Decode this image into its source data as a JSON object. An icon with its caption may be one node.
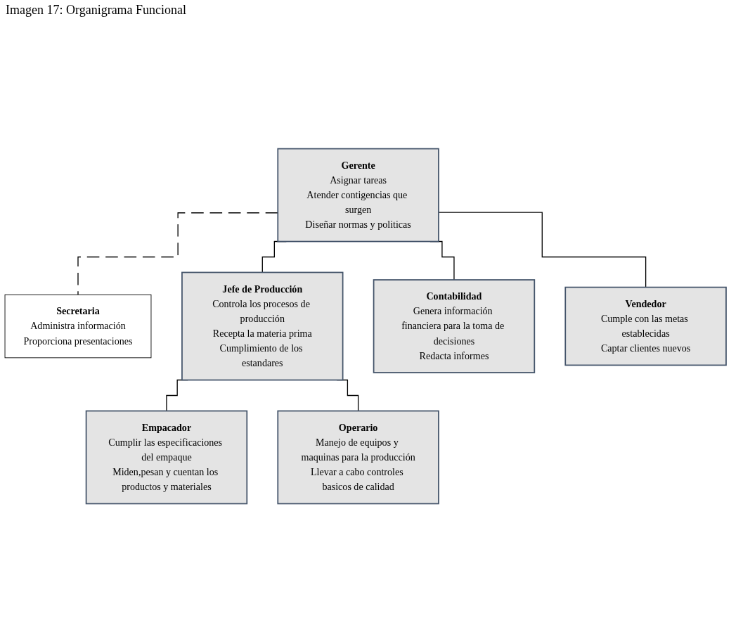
{
  "diagram": {
    "title": "Imagen 17: Organigrama Funcional",
    "nodes": [
      {
        "text": [
          "Gerente",
          "Asignar tareas",
          "Atender contigencias que surgen",
          "Diseñar normas y politicas"
        ]
      },
      {
        "text": [
          "Secretaria",
          "Administra información",
          "Proporciona presentaciones"
        ]
      },
      {
        "text": [
          "Jefe de Producción",
          "Controla los procesos de producción",
          "Recepta la materia prima",
          "Cumplimiento de los estandares"
        ]
      },
      {
        "text": [
          "Contabilidad",
          "Genera información financiera para la toma de decisiones",
          "Redacta informes"
        ]
      },
      {
        "text": [
          "Vendedor",
          "Cumple con las metas establecidas",
          "Captar clientes nuevos"
        ]
      },
      {
        "text": [
          "Empacador",
          "Cumplir las especificaciones del empaque",
          "Miden,pesan y cuentan los productos y materiales"
        ]
      },
      {
        "text": [
          "Operario",
          "Manejo de equipos y maquinas para la producción",
          "Llevar a cabo controles basicos de calidad"
        ]
      }
    ],
    "edges": [
      {
        "from": 0,
        "to": 1,
        "arrow": "none",
        "style": "dashed"
      },
      {
        "from": 0,
        "to": 2,
        "arrow": "none"
      },
      {
        "from": 0,
        "to": 3,
        "arrow": "none"
      },
      {
        "from": 0,
        "to": 4,
        "arrow": "none"
      },
      {
        "from": 2,
        "to": 5,
        "arrow": "none"
      },
      {
        "from": 2,
        "to": 6,
        "arrow": "none"
      }
    ]
  }
}
